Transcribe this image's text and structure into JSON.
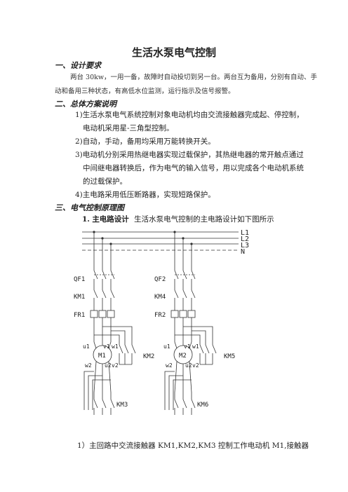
{
  "title": "生活水泵电气控制",
  "sections": {
    "s1": {
      "heading": "一、设计要求",
      "line1": "两台 30kw，一用一备，故障时自动投切到另一台。两台互为备用，分别有自动、手",
      "line2": "动和备用三种状态，有高低水位监测，运行指示及信号报警。"
    },
    "s2": {
      "heading": "二、总体方案说明",
      "items": [
        "1)生活水泵电气系统控制对象电动机均由交流接触器完成起、停控制，",
        "电动机采用星-三角型控制。",
        "2)自动，手动，备用均采用万能转换开关。",
        "3)电动机分别采用热继电器实现过载保护，其热继电器的常开触点通过",
        "中间继电器转换后，作为电气的输入信号，用以完成各个电动机系统",
        "的过载保护。",
        "4)主电路采用低压断路器，实现短路保护。"
      ]
    },
    "s3": {
      "heading": "三、电气控制原理图",
      "sub_num": "1.",
      "sub_title": "主电路设计",
      "sub_text": "生活水泵电气控制的主电路设计如下图所示"
    }
  },
  "diagram": {
    "buses": [
      "L1",
      "L2",
      "L3",
      "N"
    ],
    "left": {
      "breaker": "QF1",
      "contactor": "KM1",
      "relay": "FR1",
      "motor": "M1",
      "star_contactor": "KM2",
      "delta_contactor": "KM3",
      "u1": "u1",
      "v1": "v1",
      "w1": "w1",
      "w2": "w2",
      "u2": "u2",
      "v2": "v2"
    },
    "right": {
      "breaker": "QF2",
      "contactor": "KM4",
      "relay": "FR2",
      "motor": "M2",
      "star_contactor": "KM5",
      "delta_contactor": "KM6",
      "u1": "u1",
      "v1": "v1",
      "w1": "w1",
      "w2": "w2",
      "u2": "u2",
      "v2": "v2"
    }
  },
  "footer": "1）主回路中交流接触器  KM1,KM2,KM3  控制工作电动机  M1,接触器"
}
